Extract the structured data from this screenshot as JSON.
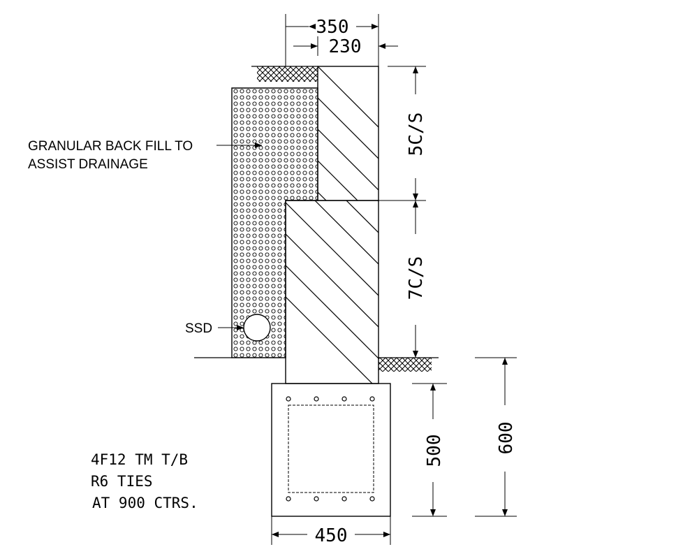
{
  "dimensions": {
    "wall_width": "350",
    "upper_wall_width": "230",
    "upper_course": "5C/S",
    "lower_course": "7C/S",
    "footing_inner_height": "500",
    "footing_total_height": "600",
    "footing_width": "450"
  },
  "labels": {
    "backfill_line1": "GRANULAR BACK FILL TO",
    "backfill_line2": "ASSIST DRAINAGE",
    "drain": "SSD"
  },
  "notes": {
    "line1": "4F12 TM T/B",
    "line2": "R6 TIES",
    "line3": "AT 900 CTRS."
  }
}
